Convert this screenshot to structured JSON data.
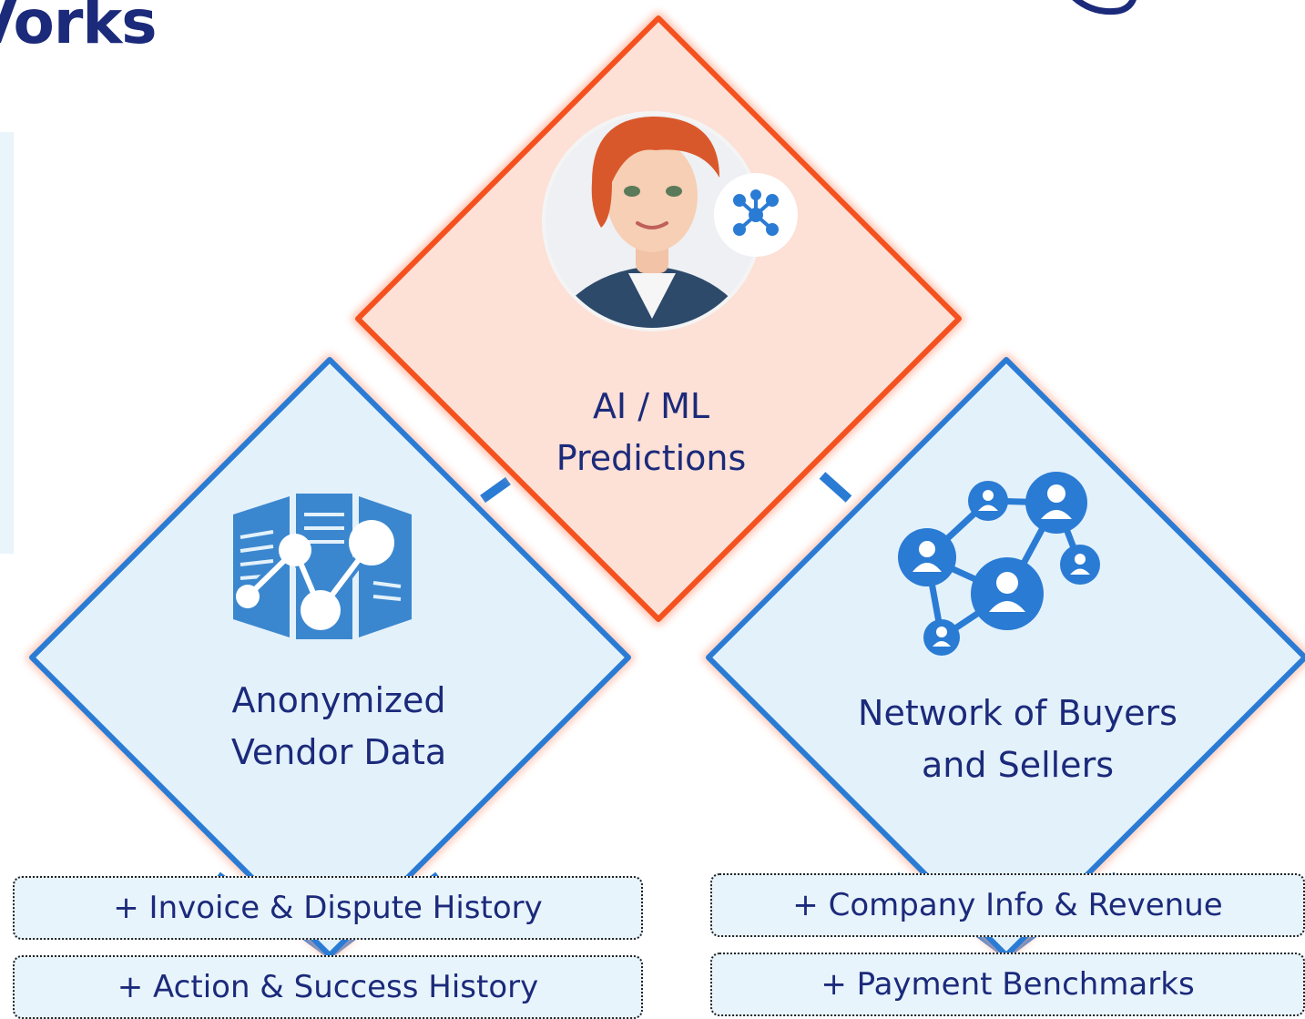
{
  "header": {
    "title": "Vorks"
  },
  "nodes": {
    "ai": {
      "line1": "AI / ML",
      "line2": "Predictions",
      "icon": "assistant-avatar-icon"
    },
    "vendor": {
      "line1": "Anonymized",
      "line2": "Vendor Data",
      "icon": "server-data-icon"
    },
    "network": {
      "line1": "Network of Buyers",
      "line2": "and Sellers",
      "icon": "people-network-icon"
    }
  },
  "details": {
    "vendor": [
      "+ Invoice & Dispute History",
      "+ Action & Success History"
    ],
    "network": [
      "+ Company Info & Revenue",
      "+ Payment Benchmarks"
    ]
  },
  "colors": {
    "title": "#1b2a7a",
    "ai_fill": "#fde0d6",
    "ai_border": "#f4511e",
    "data_fill": "#e3f1fb",
    "data_border": "#2a7bd4",
    "icon_blue": "#3b87cf"
  }
}
